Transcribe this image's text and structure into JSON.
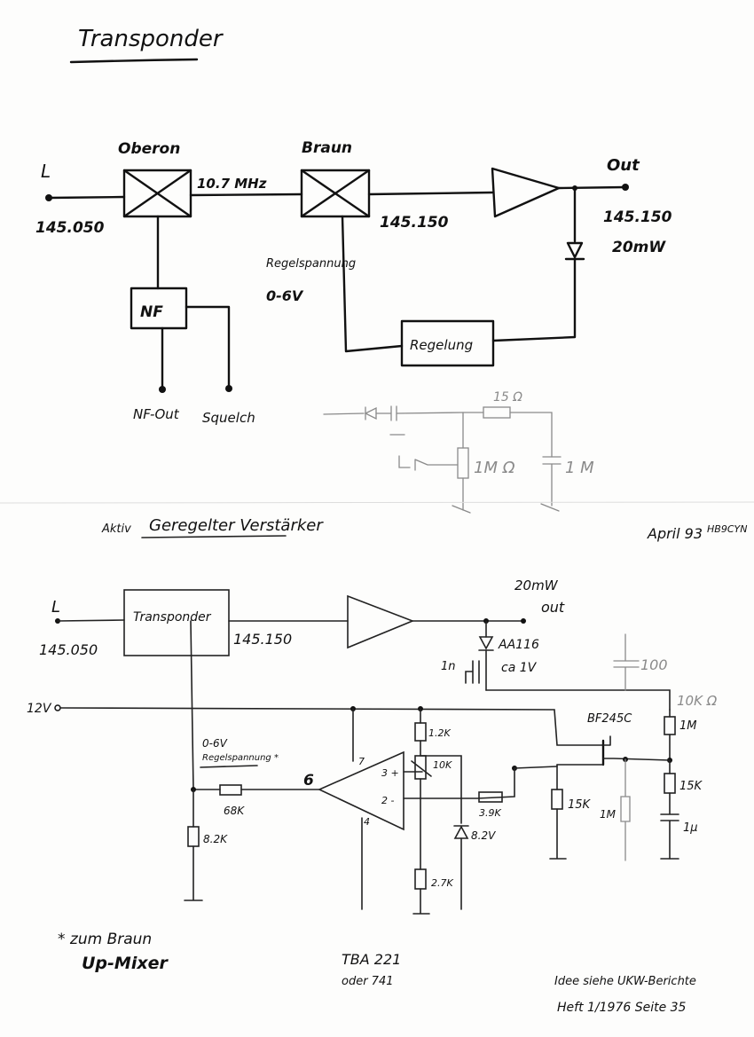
{
  "top": {
    "title": "Transponder",
    "input_label": "L",
    "input_freq": "145.050",
    "block1": "Oberon",
    "if_freq": "10.7 MHz",
    "block2": "Braun",
    "mixer_out_freq": "145.150",
    "out_label": "Out",
    "out_freq": "145.150",
    "out_power": "20mW",
    "regel_label": "Regelspannung",
    "regel_range": "0-6V",
    "nf_box": "NF",
    "nf_out": "NF-Out",
    "squelch": "Squelch",
    "regelung_box": "Regelung",
    "faint_res": "15 Ω",
    "faint_res2": "1M Ω",
    "faint_cap": "1 M"
  },
  "bottom": {
    "heading_prefix": "Aktiv",
    "heading": "Geregelter Verstärker",
    "date": "April 93",
    "sign": "HB9CYN",
    "input_label": "L",
    "input_freq": "145.050",
    "transponder_box": "Transponder",
    "tx_freq": "145.150",
    "power": "20mW",
    "out": "out",
    "diode": "AA116",
    "diode_v": "ca 1V",
    "cap_1n": "1n",
    "supply": "12V",
    "cap_faint": "100",
    "r_faint": "10K Ω",
    "r_1k": "1M",
    "transistor": "BF245C",
    "regel_range": "0-6V",
    "regel_label": "Regelspannung *",
    "r_68k": "68K",
    "r_8k2": "8.2K",
    "pin_6": "6",
    "pin_7": "7",
    "pin_3": "3 +",
    "pin_2": "2 -",
    "pin_4": "4",
    "r_12k": "1.2K",
    "pot_10k": "10K",
    "r_39k": "3.9K",
    "zener": "8.2V",
    "r_27k": "2.7K",
    "r_15k_a": "15K",
    "r_1m": "1M",
    "r_15k_b": "15K",
    "cap_1u": "1µ",
    "note_line1": "* zum Braun",
    "note_line2": "Up-Mixer",
    "ic_name": "TBA 221",
    "ic_alt": "oder 741",
    "ref_line1": "Idee siehe UKW-Berichte",
    "ref_line2": "Heft 1/1976  Seite 35"
  }
}
